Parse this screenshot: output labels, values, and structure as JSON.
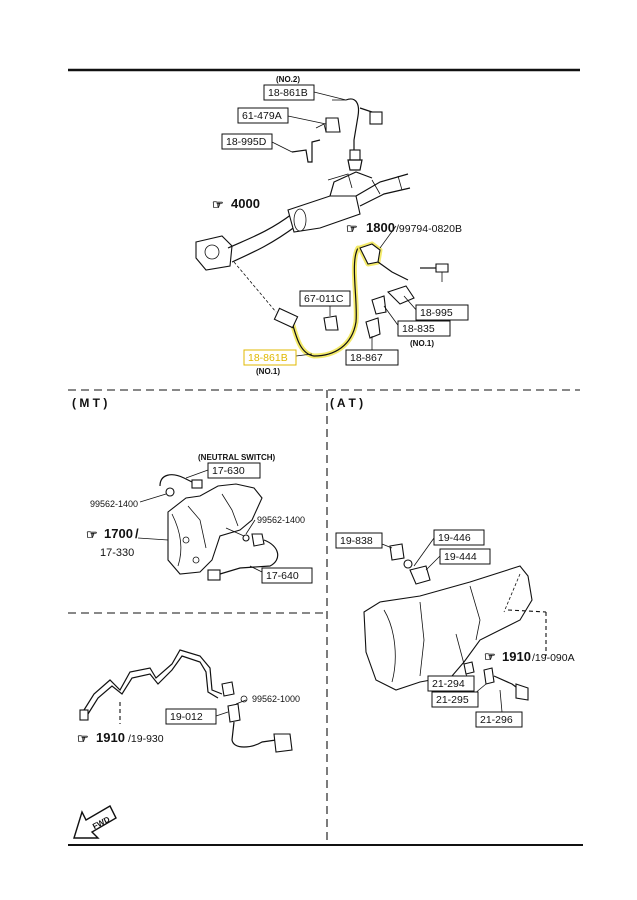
{
  "top": {
    "no2": "(NO.2)",
    "p_18861B_top": "18-861B",
    "p_61479A": "61-479A",
    "p_18995D": "18-995D",
    "ref4000": "4000",
    "ref1800": "1800",
    "ref1800_suffix": "/99794-0820B",
    "p_67011C": "67-011C",
    "p_18995": "18-995",
    "p_18835": "18-835",
    "no1_right": "(NO.1)",
    "p_18861B_bottom": "18-861B",
    "no1_left": "(NO.1)",
    "p_18867": "18-867"
  },
  "mt": {
    "title": "( M T )",
    "neutral": "(NEUTRAL SWITCH)",
    "p_17630": "17-630",
    "p_99562a": "99562-1400",
    "p_99562b": "99562-1400",
    "ref1700": "1700",
    "ref1700_slash": "/",
    "p_17330": "17-330",
    "p_17640": "17-640",
    "p_19012": "19-012",
    "p_99562c": "99562-1000",
    "ref1910": "1910",
    "ref1910_suffix": "/19-930"
  },
  "at": {
    "title": "( A T )",
    "p_19838": "19-838",
    "p_19446": "19-446",
    "p_19444": "19-444",
    "ref1910": "1910",
    "ref1910_suffix": "/19-090A",
    "p_21294": "21-294",
    "p_21295": "21-295",
    "p_21296": "21-296"
  },
  "fwd": "FWD",
  "colors": {
    "highlight": "#f2e85a",
    "highlight_text": "#e0b800",
    "line": "#111111"
  }
}
